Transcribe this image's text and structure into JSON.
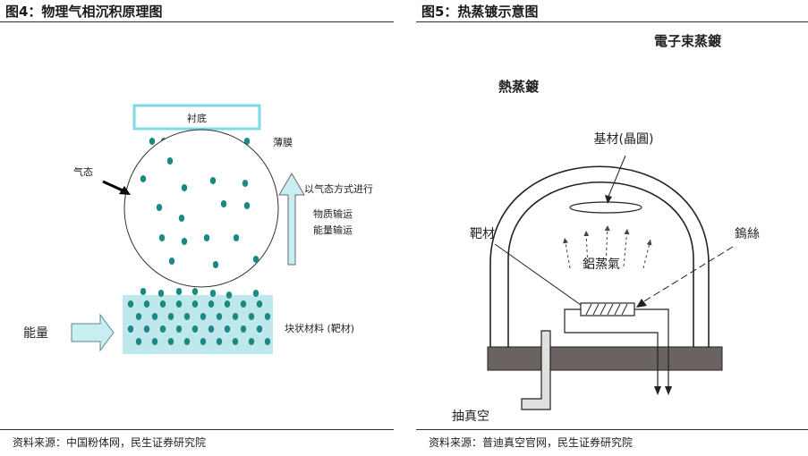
{
  "left_panel": {
    "title": "图4：物理气相沉积原理图",
    "source": "资料来源：中国粉体网，民生证券研究院",
    "labels": {
      "substrate": "衬底",
      "film": "薄膜",
      "gas_state": "气态",
      "gas_transport": "以气态方式进行",
      "material_transport": "物质输运",
      "energy_transport": "能量输运",
      "energy": "能量",
      "bulk_target": "块状材料 (靶材)"
    },
    "colors": {
      "particle": "#1c8a83",
      "substrate_border": "#7fd8e6",
      "target_fill": "#bfe8ec",
      "arrow_fill": "#c9eef2"
    }
  },
  "right_panel": {
    "title": "图5：热蒸镀示意图",
    "source": "资料来源：普迪真空官网，民生证券研究院",
    "labels": {
      "ebeam": "電子束蒸鍍",
      "thermal": "熱蒸鍍",
      "substrate_wafer": "基材(晶圓)",
      "target": "靶材",
      "filament": "鎢絲",
      "al_vapor": "鋁蒸氣",
      "vacuum_pump": "抽真空"
    }
  }
}
